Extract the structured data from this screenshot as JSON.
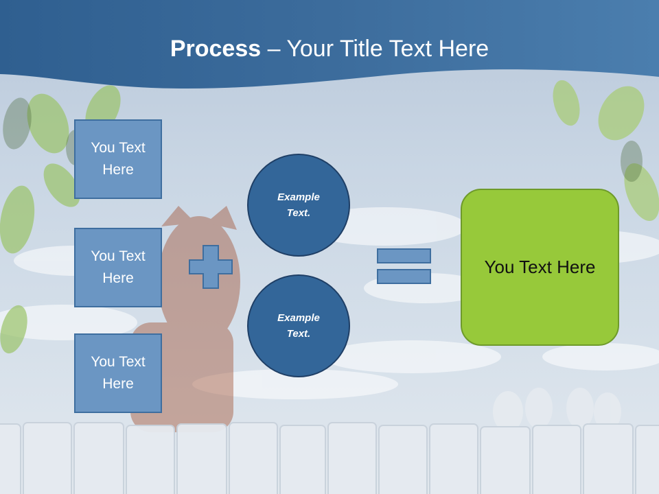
{
  "title": {
    "bold": "Process",
    "rest": " – Your Title Text Here"
  },
  "boxes": [
    {
      "label": "You Text Here"
    },
    {
      "label": "You Text Here"
    },
    {
      "label": "You Text Here"
    }
  ],
  "operators": {
    "plus": "plus-sign",
    "equals": "equals-sign"
  },
  "circles": [
    {
      "label": "Example Text."
    },
    {
      "label": "Example Text."
    }
  ],
  "result": {
    "label": "You Text Here"
  },
  "colors": {
    "header": "#3c6c9c",
    "box_fill": "#6b96c3",
    "circle_fill": "#336699",
    "result_fill": "#97c93a"
  }
}
